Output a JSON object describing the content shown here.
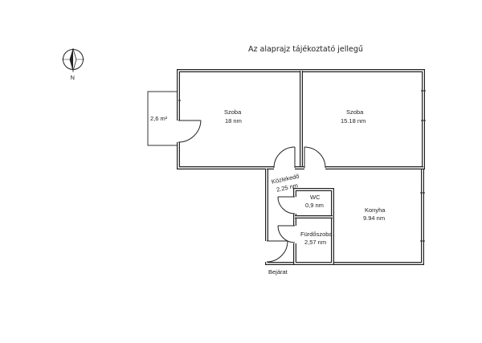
{
  "title": "Az alaprajz tájékoztató jellegű",
  "compass": {
    "north_label": "N"
  },
  "rooms": [
    {
      "name": "Szoba",
      "area": "18 nm"
    },
    {
      "name": "Szoba",
      "area": "15.18 nm"
    },
    {
      "name": "Közlekedő",
      "area": "2.25 nm"
    },
    {
      "name": "WC",
      "area": "0,9 nm"
    },
    {
      "name": "Fürdőszoba",
      "area": "2,57 nm"
    },
    {
      "name": "Konyha",
      "area": "9.94 nm"
    }
  ],
  "balcony": {
    "area": "2,6 m²"
  },
  "entrance": {
    "label": "Bejárat"
  }
}
